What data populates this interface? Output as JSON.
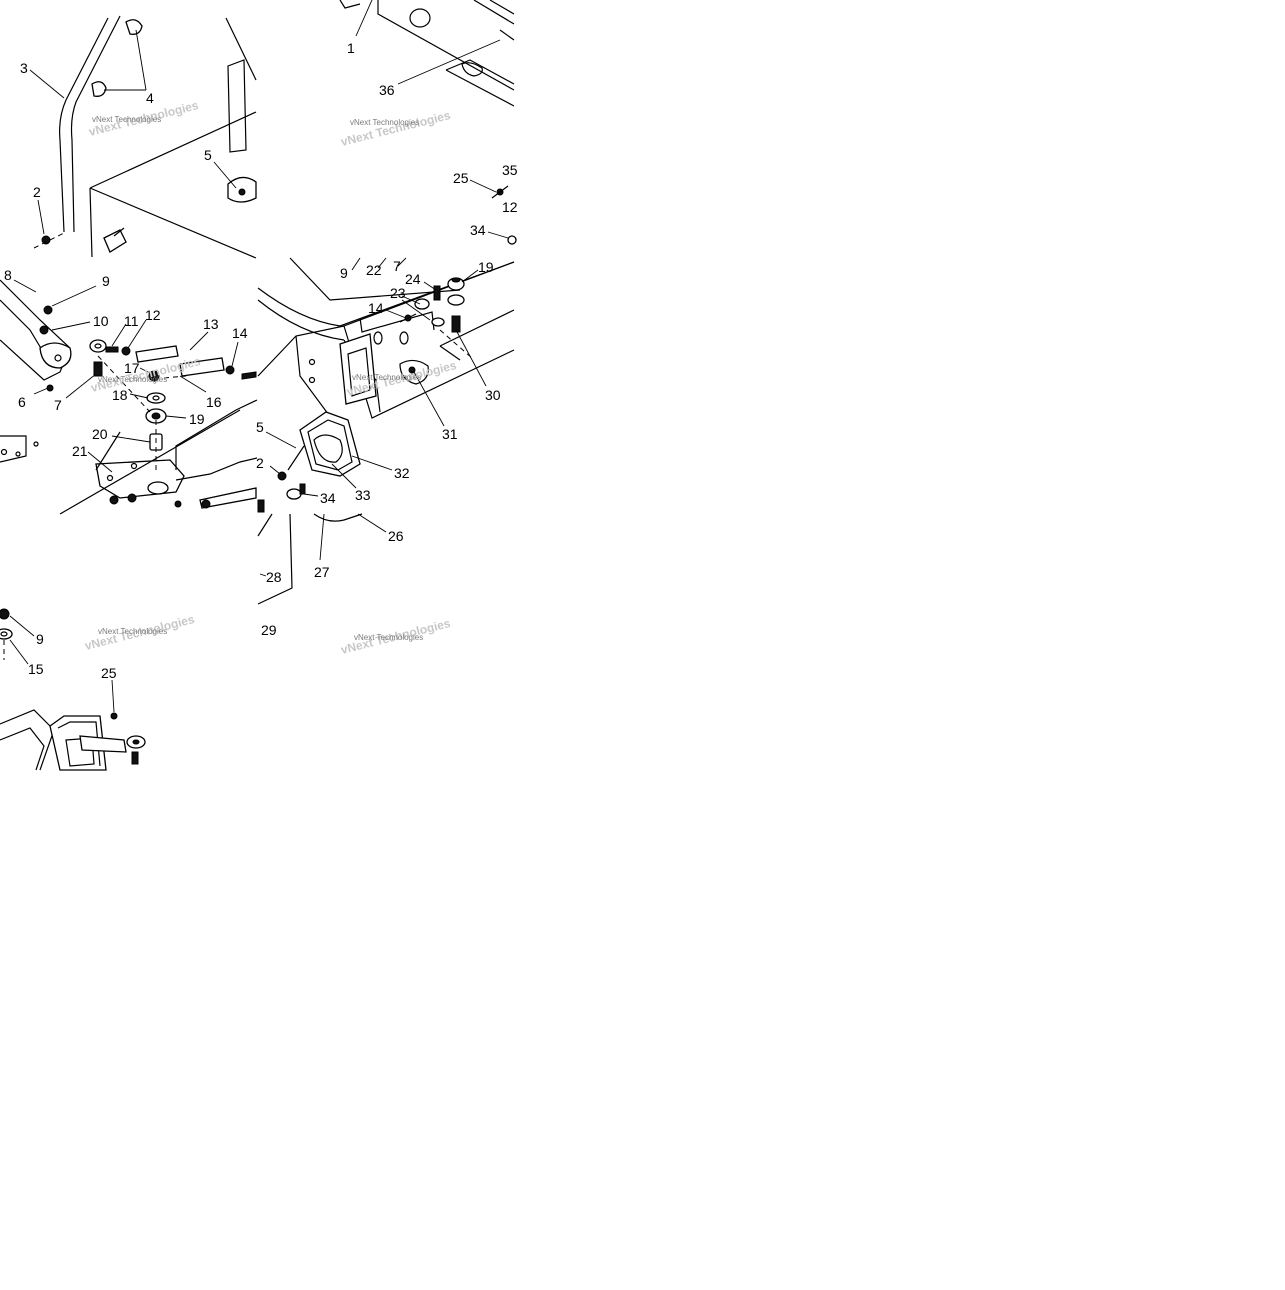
{
  "diagram": {
    "panels": [
      {
        "id": "top-left",
        "callouts": [
          "3",
          "4",
          "5",
          "2"
        ],
        "watermark": "vNext Technologies"
      },
      {
        "id": "top-right",
        "callouts": [
          "1",
          "36",
          "25",
          "35",
          "12",
          "34"
        ],
        "watermark": "vNext Technologies"
      },
      {
        "id": "middle-left",
        "callouts": [
          "8",
          "9",
          "10",
          "11",
          "12",
          "13",
          "14",
          "6",
          "7",
          "18",
          "17",
          "16",
          "19",
          "20",
          "21"
        ],
        "watermark": "vNext Technologies"
      },
      {
        "id": "middle-right",
        "callouts": [
          "9",
          "22",
          "7",
          "24",
          "19",
          "23",
          "14",
          "30",
          "31",
          "5",
          "2",
          "32",
          "33",
          "34",
          "26",
          "27",
          "28",
          "29"
        ],
        "watermark": "vNext Technologies"
      },
      {
        "id": "bottom-left",
        "callouts": [
          "9",
          "15",
          "25"
        ],
        "watermark": "vNext Technologies"
      }
    ]
  },
  "labels": {
    "c1": "1",
    "c2a": "2",
    "c2b": "2",
    "c3": "3",
    "c4": "4",
    "c5a": "5",
    "c5b": "5",
    "c6": "6",
    "c7a": "7",
    "c7b": "7",
    "c8": "8",
    "c9a": "9",
    "c9b": "9",
    "c9c": "9",
    "c10": "10",
    "c11": "11",
    "c12a": "12",
    "c12b": "12",
    "c13": "13",
    "c14a": "14",
    "c14b": "14",
    "c15": "15",
    "c16": "16",
    "c17": "17",
    "c18": "18",
    "c19a": "19",
    "c19b": "19",
    "c20": "20",
    "c21": "21",
    "c22": "22",
    "c23": "23",
    "c24": "24",
    "c25a": "25",
    "c25b": "25",
    "c26": "26",
    "c27": "27",
    "c28": "28",
    "c29": "29",
    "c30": "30",
    "c31": "31",
    "c32": "32",
    "c33": "33",
    "c34a": "34",
    "c34b": "34",
    "c35": "35",
    "c36": "36",
    "watermark": "vNext Technologies"
  }
}
